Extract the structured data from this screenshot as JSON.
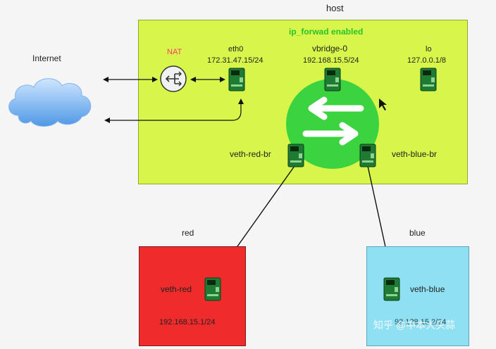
{
  "labels": {
    "host": "host",
    "ip_forward": "ip_forwad enabled",
    "internet": "Internet",
    "nat": "NAT",
    "eth0": "eth0",
    "eth0_ip": "172.31.47.15/24",
    "vbridge": "vbridge-0",
    "vbridge_ip": "192.168.15.5/24",
    "lo": "lo",
    "lo_ip": "127.0.0.1/8",
    "veth_red_br": "veth-red-br",
    "veth_blue_br": "veth-blue-br",
    "red": "red",
    "blue": "blue",
    "veth_red": "veth-red",
    "red_ip": "192.168.15.1/24",
    "veth_blue": "veth-blue",
    "blue_ip_partial": "92.1?8.15.2/24",
    "watermark": "知乎 @中本大头蒜"
  },
  "colors": {
    "host_fill": "#d7f54a",
    "bridge_circle": "#3bd33f",
    "red_fill": "#ef2b2b",
    "blue_fill": "#8fe0f3",
    "nic_green": "#1f7a33",
    "ip_forward_text": "#27c42a",
    "nat_text": "#ff3b6a",
    "link_line": "#111111",
    "cloud": "#5fa5e9"
  },
  "icons": {
    "nat": "nat-router-icon",
    "nic": "network-card-icon",
    "cloud": "cloud-icon",
    "bridge": "bidirectional-arrows-icon"
  }
}
